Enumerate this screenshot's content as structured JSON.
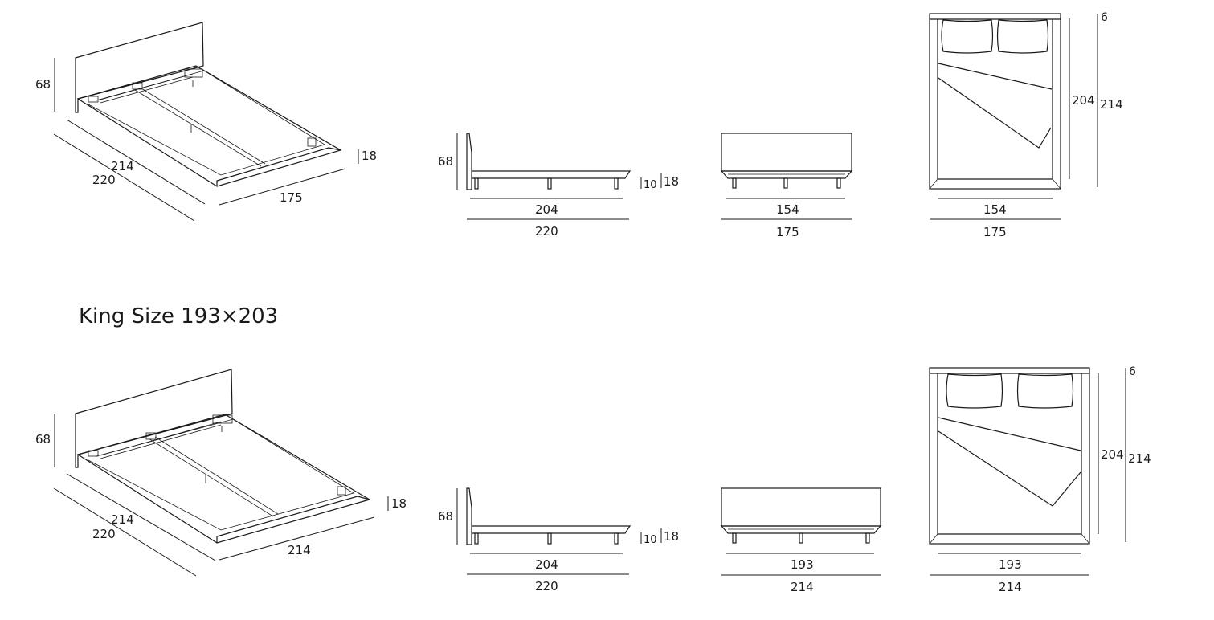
{
  "sections": [
    {
      "title": null,
      "iso": {
        "height": "68",
        "inner_length": "214",
        "length": "220",
        "width": "175",
        "frame_height": "18"
      },
      "side": {
        "height": "68",
        "leg_height": "10",
        "frame_height": "18",
        "inner_length": "204",
        "length": "220"
      },
      "front": {
        "inner_width": "154",
        "width": "175"
      },
      "top": {
        "headboard_depth": "6",
        "inner_length": "204",
        "length": "214",
        "inner_width": "154",
        "width": "175"
      }
    },
    {
      "title": "King Size 193×203",
      "iso": {
        "height": "68",
        "inner_length": "214",
        "length": "220",
        "width": "214",
        "frame_height": "18"
      },
      "side": {
        "height": "68",
        "leg_height": "10",
        "frame_height": "18",
        "inner_length": "204",
        "length": "220"
      },
      "front": {
        "inner_width": "193",
        "width": "214"
      },
      "top": {
        "headboard_depth": "6",
        "inner_length": "204",
        "length": "214",
        "inner_width": "193",
        "width": "214"
      }
    }
  ]
}
